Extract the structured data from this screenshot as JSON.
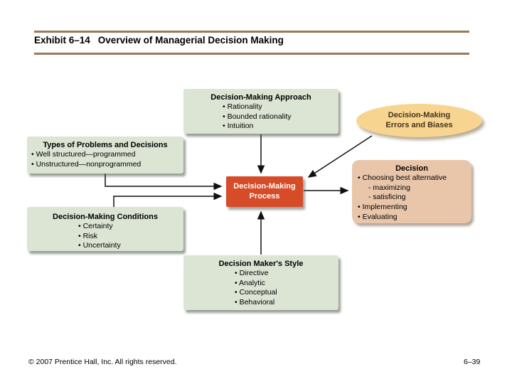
{
  "slide": {
    "exhibit_label": "Exhibit 6–14",
    "title": "Overview of Managerial Decision Making",
    "footer_left": "© 2007 Prentice Hall, Inc. All rights reserved.",
    "footer_right": "6–39"
  },
  "colors": {
    "rule_brown": "#9a7a58",
    "box_green": "#dce4d4",
    "box_red": "#d74c28",
    "box_tan": "#e9c6aa",
    "ellipse_yellow": "#f7d591",
    "arrow_black": "#111111"
  },
  "diagram": {
    "approach": {
      "title": "Decision-Making Approach",
      "items": [
        "• Rationality",
        "• Bounded rationality",
        "• Intuition"
      ]
    },
    "errors": {
      "line1": "Decision-Making",
      "line2": "Errors and Biases"
    },
    "types": {
      "title": "Types of Problems and Decisions",
      "items": [
        "• Well structured—programmed",
        "• Unstructured—nonprogrammed"
      ]
    },
    "process": {
      "line1": "Decision-Making",
      "line2": "Process"
    },
    "decision": {
      "title": "Decision",
      "items": [
        "• Choosing best alternative",
        "- maximizing",
        "- satisficing",
        "• Implementing",
        "• Evaluating"
      ]
    },
    "conditions": {
      "title": "Decision-Making Conditions",
      "items": [
        "• Certainty",
        "• Risk",
        "• Uncertainty"
      ]
    },
    "style": {
      "title": "Decision Maker's Style",
      "items": [
        "• Directive",
        "• Analytic",
        "• Conceptual",
        "• Behavioral"
      ]
    }
  }
}
